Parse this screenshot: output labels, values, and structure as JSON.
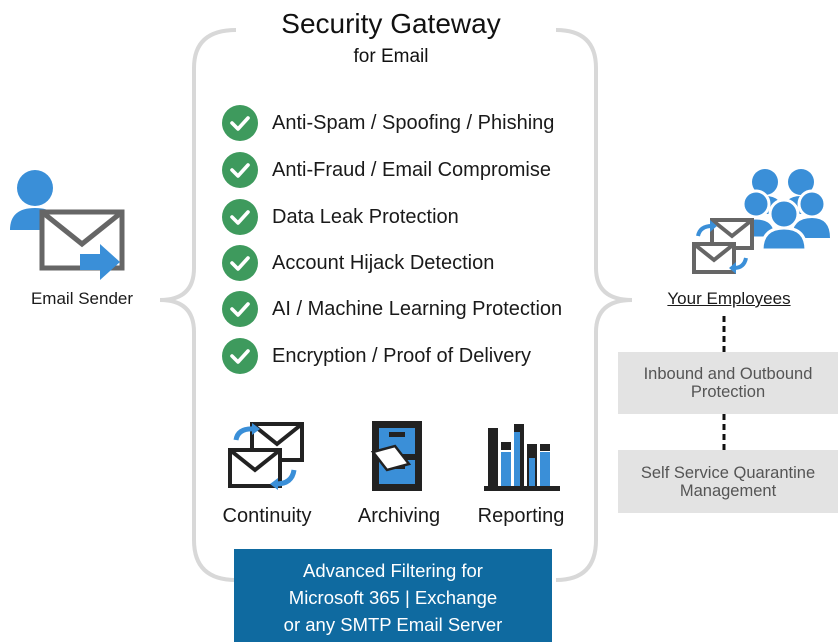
{
  "header": {
    "title": "Security Gateway",
    "subtitle": "for Email"
  },
  "features": [
    {
      "label": "Anti-Spam / Spoofing / Phishing",
      "icon": "check-circle-icon"
    },
    {
      "label": "Anti-Fraud / Email Compromise",
      "icon": "check-circle-icon"
    },
    {
      "label": "Data Leak Protection",
      "icon": "check-circle-icon"
    },
    {
      "label": "Account Hijack Detection",
      "icon": "check-circle-icon"
    },
    {
      "label": "AI / Machine Learning Protection",
      "icon": "check-circle-icon"
    },
    {
      "label": "Encryption / Proof of Delivery",
      "icon": "check-circle-icon"
    }
  ],
  "tools": [
    {
      "label": "Continuity",
      "icon": "continuity-envelopes-icon"
    },
    {
      "label": "Archiving",
      "icon": "archive-cabinet-icon"
    },
    {
      "label": "Reporting",
      "icon": "bar-chart-icon"
    }
  ],
  "footer": {
    "line1": "Advanced Filtering for",
    "line2": "Microsoft 365 | Exchange",
    "line3": "or any SMTP Email Server"
  },
  "sender": {
    "label": "Email Sender",
    "icon": "email-sender-icon"
  },
  "employees": {
    "label": "Your Employees",
    "icon": "employees-group-icon"
  },
  "side_boxes": [
    {
      "line1": "Inbound and Outbound",
      "line2": "Protection"
    },
    {
      "line1": "Self Service Quarantine",
      "line2": "Management"
    }
  ],
  "colors": {
    "check_green": "#3e9a5d",
    "accent_blue": "#3a8fd8",
    "footer_blue": "#0f6aa0",
    "icon_dark": "#222222",
    "bracket_gray": "#d8d8d8",
    "box_gray": "#e3e3e3"
  }
}
